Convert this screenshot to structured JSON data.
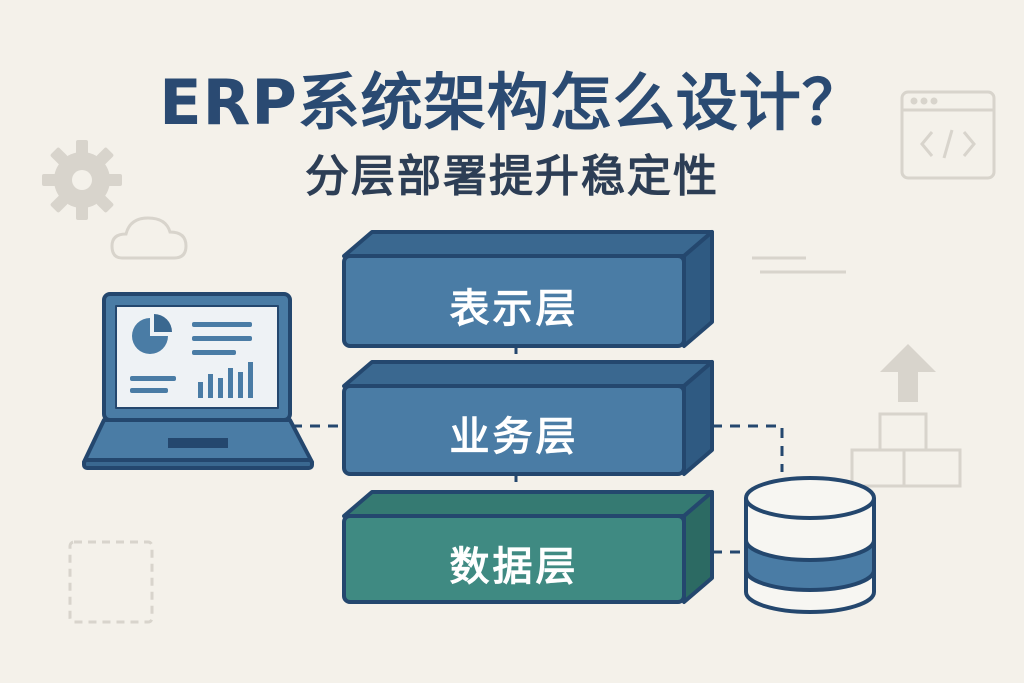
{
  "title": "ERP系统架构怎么设计？",
  "subtitle": "分层部署提升稳定性",
  "layers": [
    {
      "label": "表示层",
      "color": "#4a7ca5"
    },
    {
      "label": "业务层",
      "color": "#4a7ca5"
    },
    {
      "label": "数据层",
      "color": "#3f8a82"
    }
  ],
  "colors": {
    "outline": "#24476e",
    "background": "#f4f1ea",
    "decor": "#d8d4cc"
  },
  "icons": [
    "gear-icon",
    "cloud-icon",
    "code-window-icon",
    "laptop-icon",
    "database-icon",
    "upload-arrow-icon",
    "blocks-icon",
    "dashed-square-icon"
  ]
}
